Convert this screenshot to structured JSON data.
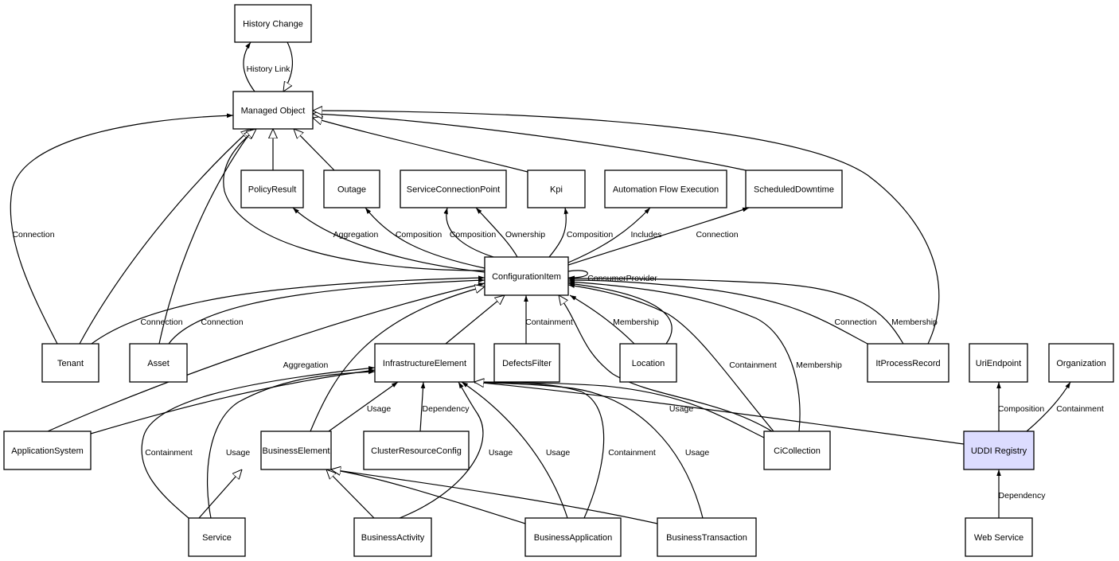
{
  "diagram": {
    "type": "uml-class-relationship-graph",
    "colors": {
      "default_fill": "#ffffff",
      "highlight_fill": "#dcdcff",
      "stroke": "#000000"
    },
    "nodes": [
      {
        "id": "history_change",
        "label": "History Change"
      },
      {
        "id": "managed_object",
        "label": "Managed Object"
      },
      {
        "id": "policy_result",
        "label": "PolicyResult"
      },
      {
        "id": "outage",
        "label": "Outage"
      },
      {
        "id": "service_connection_point",
        "label": "ServiceConnectionPoint"
      },
      {
        "id": "kpi",
        "label": "Kpi"
      },
      {
        "id": "automation_flow_execution",
        "label": "Automation Flow Execution"
      },
      {
        "id": "scheduled_downtime",
        "label": "ScheduledDowntime"
      },
      {
        "id": "configuration_item",
        "label": "ConfigurationItem"
      },
      {
        "id": "tenant",
        "label": "Tenant"
      },
      {
        "id": "asset",
        "label": "Asset"
      },
      {
        "id": "infrastructure_element",
        "label": "InfrastructureElement"
      },
      {
        "id": "defects_filter",
        "label": "DefectsFilter"
      },
      {
        "id": "location",
        "label": "Location"
      },
      {
        "id": "it_process_record",
        "label": "ItProcessRecord"
      },
      {
        "id": "uri_endpoint",
        "label": "UriEndpoint"
      },
      {
        "id": "organization",
        "label": "Organization"
      },
      {
        "id": "application_system",
        "label": "ApplicationSystem"
      },
      {
        "id": "business_element",
        "label": "BusinessElement"
      },
      {
        "id": "cluster_resource_config",
        "label": "ClusterResourceConfig"
      },
      {
        "id": "ci_collection",
        "label": "CiCollection"
      },
      {
        "id": "uddi_registry",
        "label": "UDDI Registry",
        "highlighted": true
      },
      {
        "id": "service",
        "label": "Service"
      },
      {
        "id": "business_activity",
        "label": "BusinessActivity"
      },
      {
        "id": "business_application",
        "label": "BusinessApplication"
      },
      {
        "id": "business_transaction",
        "label": "BusinessTransaction"
      },
      {
        "id": "web_service",
        "label": "Web Service"
      }
    ],
    "edges": [
      {
        "from": "managed_object",
        "to": "history_change",
        "label": "History Link",
        "arrow": "filled"
      },
      {
        "from": "history_change",
        "to": "managed_object",
        "label": "",
        "arrow": "hollow"
      },
      {
        "from": "tenant",
        "to": "managed_object",
        "label": "Connection",
        "arrow": "filled"
      },
      {
        "from": "tenant",
        "to": "managed_object",
        "label": "",
        "arrow": "hollow"
      },
      {
        "from": "asset",
        "to": "managed_object",
        "label": "",
        "arrow": "hollow"
      },
      {
        "from": "configuration_item",
        "to": "managed_object",
        "label": "",
        "arrow": "hollow"
      },
      {
        "from": "policy_result",
        "to": "managed_object",
        "label": "",
        "arrow": "hollow"
      },
      {
        "from": "outage",
        "to": "managed_object",
        "label": "",
        "arrow": "hollow"
      },
      {
        "from": "kpi",
        "to": "managed_object",
        "label": "",
        "arrow": "hollow"
      },
      {
        "from": "scheduled_downtime",
        "to": "managed_object",
        "label": "",
        "arrow": "hollow"
      },
      {
        "from": "it_process_record",
        "to": "managed_object",
        "label": "",
        "arrow": "hollow"
      },
      {
        "from": "configuration_item",
        "to": "policy_result",
        "label": "Aggregation",
        "arrow": "filled"
      },
      {
        "from": "configuration_item",
        "to": "outage",
        "label": "Composition",
        "arrow": "filled"
      },
      {
        "from": "configuration_item",
        "to": "service_connection_point",
        "label": "Composition",
        "arrow": "filled"
      },
      {
        "from": "configuration_item",
        "to": "service_connection_point",
        "label": "Ownership",
        "arrow": "filled"
      },
      {
        "from": "configuration_item",
        "to": "kpi",
        "label": "Composition",
        "arrow": "filled"
      },
      {
        "from": "configuration_item",
        "to": "automation_flow_execution",
        "label": "Includes",
        "arrow": "filled"
      },
      {
        "from": "configuration_item",
        "to": "scheduled_downtime",
        "label": "Connection",
        "arrow": "filled"
      },
      {
        "from": "configuration_item",
        "to": "configuration_item",
        "label": "ConsumerProvider",
        "arrow": "filled"
      },
      {
        "from": "tenant",
        "to": "configuration_item",
        "label": "Connection",
        "arrow": "filled"
      },
      {
        "from": "asset",
        "to": "configuration_item",
        "label": "Connection",
        "arrow": "filled"
      },
      {
        "from": "application_system",
        "to": "configuration_item",
        "label": "Aggregation",
        "arrow": "filled"
      },
      {
        "from": "infrastructure_element",
        "to": "configuration_item",
        "label": "",
        "arrow": "hollow"
      },
      {
        "from": "business_element",
        "to": "configuration_item",
        "label": "",
        "arrow": "hollow"
      },
      {
        "from": "defects_filter",
        "to": "configuration_item",
        "label": "Containment",
        "arrow": "filled"
      },
      {
        "from": "location",
        "to": "configuration_item",
        "label": "Membership",
        "arrow": "filled"
      },
      {
        "from": "location",
        "to": "configuration_item",
        "label": "",
        "arrow": "filled"
      },
      {
        "from": "ci_collection",
        "to": "configuration_item",
        "label": "",
        "arrow": "hollow"
      },
      {
        "from": "ci_collection",
        "to": "configuration_item",
        "label": "Containment",
        "arrow": "filled"
      },
      {
        "from": "ci_collection",
        "to": "configuration_item",
        "label": "Membership",
        "arrow": "filled"
      },
      {
        "from": "it_process_record",
        "to": "configuration_item",
        "label": "Connection",
        "arrow": "filled"
      },
      {
        "from": "it_process_record",
        "to": "configuration_item",
        "label": "Membership",
        "arrow": "filled"
      },
      {
        "from": "application_system",
        "to": "infrastructure_element",
        "label": "",
        "arrow": "filled"
      },
      {
        "from": "service",
        "to": "infrastructure_element",
        "label": "Containment",
        "arrow": "filled"
      },
      {
        "from": "service",
        "to": "infrastructure_element",
        "label": "Usage",
        "arrow": "filled"
      },
      {
        "from": "business_element",
        "to": "infrastructure_element",
        "label": "Usage",
        "arrow": "filled"
      },
      {
        "from": "cluster_resource_config",
        "to": "infrastructure_element",
        "label": "Dependency",
        "arrow": "filled"
      },
      {
        "from": "business_activity",
        "to": "infrastructure_element",
        "label": "Usage",
        "arrow": "filled"
      },
      {
        "from": "business_application",
        "to": "infrastructure_element",
        "label": "Usage",
        "arrow": "filled"
      },
      {
        "from": "business_application",
        "to": "infrastructure_element",
        "label": "Containment",
        "arrow": "filled"
      },
      {
        "from": "business_transaction",
        "to": "infrastructure_element",
        "label": "Usage",
        "arrow": "filled"
      },
      {
        "from": "ci_collection",
        "to": "infrastructure_element",
        "label": "Usage",
        "arrow": "filled"
      },
      {
        "from": "uddi_registry",
        "to": "infrastructure_element",
        "label": "",
        "arrow": "hollow"
      },
      {
        "from": "service",
        "to": "business_element",
        "label": "",
        "arrow": "hollow"
      },
      {
        "from": "business_activity",
        "to": "business_element",
        "label": "",
        "arrow": "hollow"
      },
      {
        "from": "business_application",
        "to": "business_element",
        "label": "",
        "arrow": "hollow"
      },
      {
        "from": "business_transaction",
        "to": "business_element",
        "label": "",
        "arrow": "hollow"
      },
      {
        "from": "uddi_registry",
        "to": "uri_endpoint",
        "label": "Composition",
        "arrow": "filled"
      },
      {
        "from": "uddi_registry",
        "to": "organization",
        "label": "Containment",
        "arrow": "filled"
      },
      {
        "from": "web_service",
        "to": "uddi_registry",
        "label": "Dependency",
        "arrow": "filled"
      }
    ]
  }
}
